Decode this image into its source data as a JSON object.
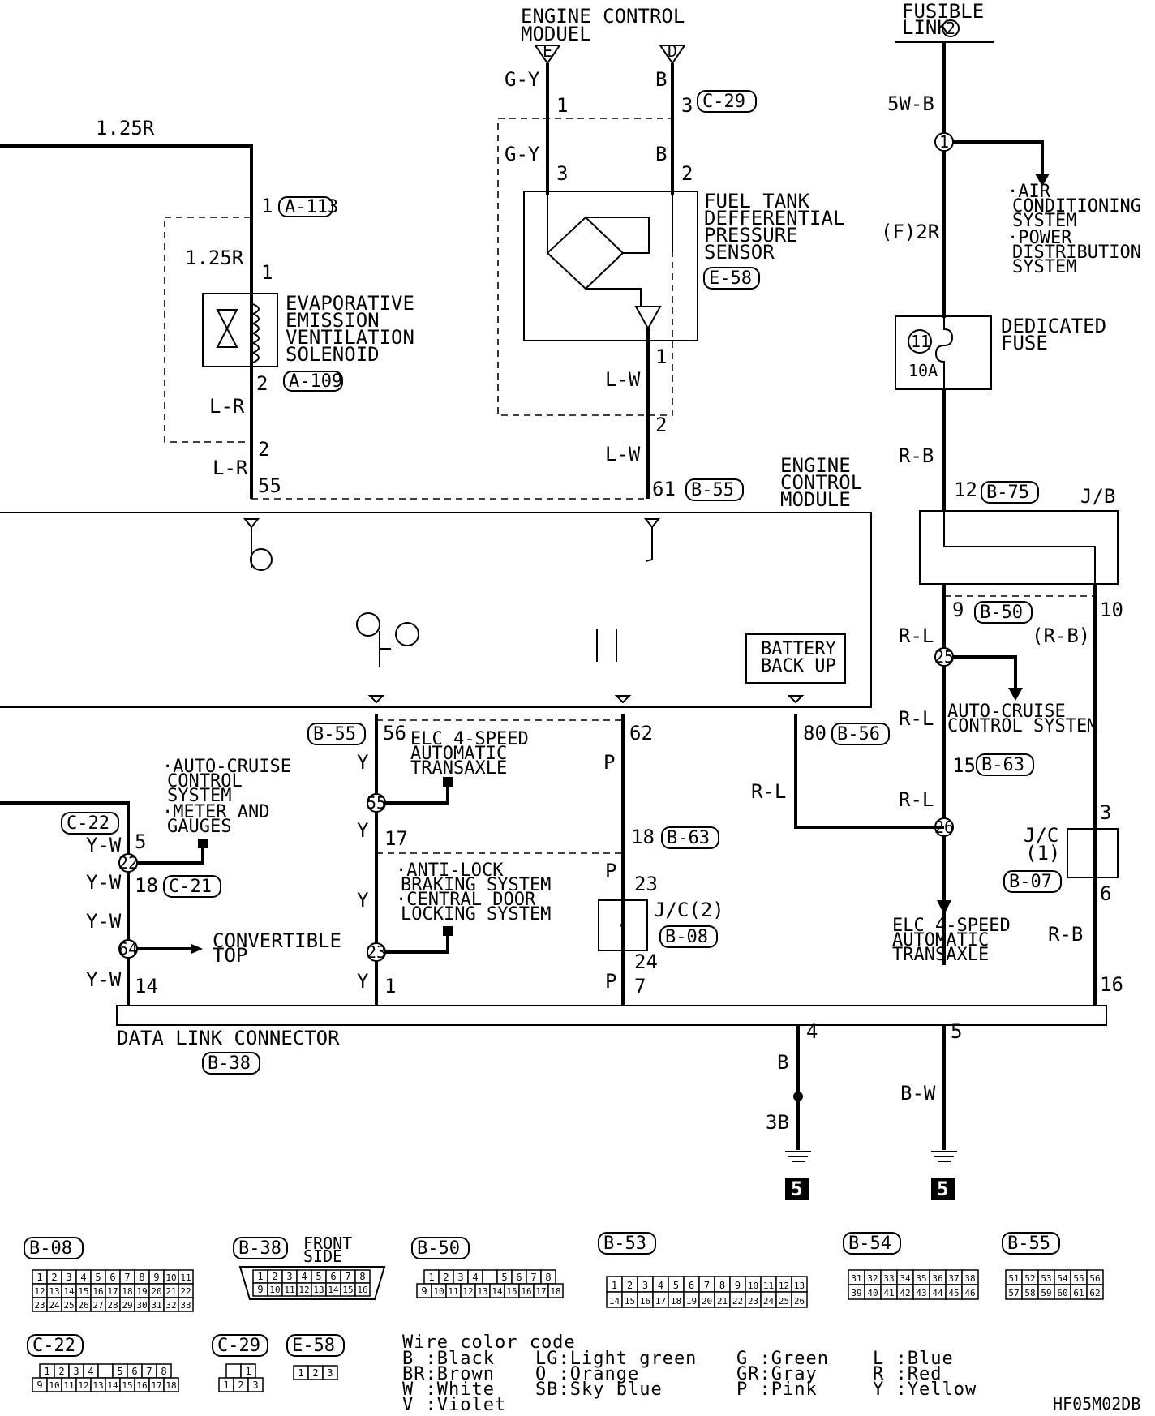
{
  "labels": {
    "ecm_top_title_1": "ENGINE CONTROL",
    "ecm_top_title_2": "MODUEL",
    "ecm_pin_e": "E",
    "ecm_pin_d": "D",
    "fusible_1": "FUSIBLE",
    "fusible_2": "LINK",
    "fusible_num": "2",
    "wire_125r_top": "1.25R",
    "wire_125r_2": "1.25R",
    "wire_gy_1": "G-Y",
    "wire_gy_2": "G-Y",
    "wire_b_1": "B",
    "wire_b_2": "B",
    "wire_5wb": "5W-B",
    "wire_f2r": "(F)2R",
    "wire_lr_1": "L-R",
    "wire_lr_2": "L-R",
    "wire_lw_1": "L-W",
    "wire_lw_2": "L-W",
    "wire_rb_1": "R-B",
    "wire_rl_1": "R-L",
    "wire_rl_2": "R-L",
    "wire_rl_3": "R-L",
    "wire_rl_4": "R-L",
    "wire_rb_paren": "(R-B)",
    "wire_rb_2": "R-B",
    "wire_y_1": "Y",
    "wire_y_2": "Y",
    "wire_y_3": "Y",
    "wire_y_4": "Y",
    "wire_p_1": "P",
    "wire_p_2": "P",
    "wire_p_3": "P",
    "wire_yw_1": "Y-W",
    "wire_yw_2": "Y-W",
    "wire_yw_3": "Y-W",
    "wire_yw_4": "Y-W",
    "wire_b_gnd": "B",
    "wire_3b": "3B",
    "wire_bw": "B-W",
    "pin_1a": "1",
    "pin_1b": "1",
    "pin_2a": "2",
    "pin_2b": "2",
    "pin_55": "55",
    "pin_61": "61",
    "pin_p1": "1",
    "pin_p3": "3",
    "pin_p3b": "3",
    "pin_p2": "2",
    "pin_p1b": "1",
    "pin_p2b": "2",
    "pin_12": "12",
    "pin_9": "9",
    "pin_10": "10",
    "pin_56": "56",
    "pin_62": "62",
    "pin_80": "80",
    "pin_15": "15",
    "pin_17": "17",
    "pin_18a": "18",
    "pin_23": "23",
    "pin_24": "24",
    "pin_7": "7",
    "pin_1c": "1",
    "pin_5": "5",
    "pin_18b": "18",
    "pin_14": "14",
    "pin_3": "3",
    "pin_6": "6",
    "pin_16": "16",
    "pin_4": "4",
    "pin_5b": "5",
    "conn_a113": "A-113",
    "conn_a109": "A-109",
    "conn_c29": "C-29",
    "conn_e58": "E-58",
    "conn_b55": "B-55",
    "conn_b75": "B-75",
    "conn_b50": "B-50",
    "conn_b55b": "B-55",
    "conn_b56": "B-56",
    "conn_b63": "B-63",
    "conn_b63b": "B-63",
    "conn_b08": "B-08",
    "conn_c22": "C-22",
    "conn_c21": "C-21",
    "conn_b07": "B-07",
    "conn_b38": "B-38",
    "evap_1": "EVAPORATIVE",
    "evap_2": "EMISSION",
    "evap_3": "VENTILATION",
    "evap_4": "SOLENOID",
    "fts_1": "FUEL TANK",
    "fts_2": "DEFFERENTIAL",
    "fts_3": "PRESSURE",
    "fts_4": "SENSOR",
    "ac_1": "·AIR",
    "ac_2": "CONDITIONING",
    "ac_3": "SYSTEM",
    "pd_1": "·POWER",
    "pd_2": "DISTRIBUTION",
    "pd_3": "SYSTEM",
    "df_1": "DEDICATED",
    "df_2": "FUSE",
    "fuse_num": "11",
    "fuse_amp": "10A",
    "ecm_mid_1": "ENGINE",
    "ecm_mid_2": "CONTROL",
    "ecm_mid_3": "MODULE",
    "jb": "J/B",
    "batt_1": "BATTERY",
    "batt_2": "BACK UP",
    "elc_top_1": "ELC 4-SPEED",
    "elc_top_2": "AUTOMATIC",
    "elc_top_3": "TRANSAXLE",
    "acs_1": "AUTO-CRUISE",
    "acs_2": "CONTROL SYSTEM",
    "acl_1": "·AUTO-CRUISE",
    "acl_2": "CONTROL",
    "acl_3": "SYSTEM",
    "mg_1": "·METER AND",
    "mg_2": "GAUGES",
    "abs_1": "·ANTI-LOCK",
    "abs_2": "BRAKING SYSTEM",
    "cdl_1": "·CENTRAL DOOR",
    "cdl_2": "LOCKING SYSTEM",
    "ct_1": "CONVERTIBLE",
    "ct_2": "TOP",
    "jc2": "J/C(2)",
    "jc1_1": "J/C",
    "jc1_2": "(1)",
    "elc_bot_1": "ELC 4-SPEED",
    "elc_bot_2": "AUTOMATIC",
    "elc_bot_3": "TRANSAXLE",
    "dlc": "DATA LINK CONNECTOR",
    "ground_num_1": "5",
    "ground_num_2": "5",
    "splice_1": "1",
    "splice_25": "25",
    "splice_26": "26",
    "splice_55": "55",
    "splice_23": "23",
    "splice_22": "22",
    "splice_64": "64",
    "front_side_1": "FRONT",
    "front_side_2": "SIDE",
    "wcc_title": "Wire color code",
    "wcc_b": "B :Black",
    "wcc_br": "BR:Brown",
    "wcc_w": "W :White",
    "wcc_v": "V :Violet",
    "wcc_lg": "LG:Light green",
    "wcc_o": "O :Orange",
    "wcc_sb": "SB:Sky blue",
    "wcc_g": "G :Green",
    "wcc_gr": "GR:Gray",
    "wcc_p": "P :Pink",
    "wcc_l": "L :Blue",
    "wcc_r": "R :Red",
    "wcc_y": "Y :Yellow",
    "figure_id": "HF05M02DB",
    "cfg_b08": "B-08",
    "cfg_b38": "B-38",
    "cfg_b50": "B-50",
    "cfg_b53": "B-53",
    "cfg_b54": "B-54",
    "cfg_b55": "B-55",
    "cfg_c22": "C-22",
    "cfg_c29": "C-29",
    "cfg_e58": "E-58"
  },
  "connector_faces": {
    "b08": [
      [
        "1",
        "2",
        "3",
        "4",
        "5",
        "6",
        "7",
        "8",
        "9",
        "10",
        "11"
      ],
      [
        "12",
        "13",
        "14",
        "15",
        "16",
        "17",
        "18",
        "19",
        "20",
        "21",
        "22"
      ],
      [
        "23",
        "24",
        "25",
        "26",
        "27",
        "28",
        "29",
        "30",
        "31",
        "32",
        "33"
      ]
    ],
    "b38": [
      [
        "1",
        "2",
        "3",
        "4",
        "5",
        "6",
        "7",
        "8"
      ],
      [
        "9",
        "10",
        "11",
        "12",
        "13",
        "14",
        "15",
        "16"
      ]
    ],
    "b50": [
      [
        "1",
        "2",
        "3",
        "4",
        "",
        "5",
        "6",
        "7",
        "8"
      ],
      [
        "9",
        "10",
        "11",
        "12",
        "13",
        "14",
        "15",
        "16",
        "17",
        "18"
      ]
    ],
    "b53": [
      [
        "1",
        "2",
        "3",
        "4",
        "5",
        "6",
        "7",
        "8",
        "9",
        "10",
        "11",
        "12",
        "13"
      ],
      [
        "14",
        "15",
        "16",
        "17",
        "18",
        "19",
        "20",
        "21",
        "22",
        "23",
        "24",
        "25",
        "26"
      ]
    ],
    "b54": [
      [
        "31",
        "32",
        "33",
        "34",
        "35",
        "36",
        "37",
        "38"
      ],
      [
        "39",
        "40",
        "41",
        "42",
        "43",
        "44",
        "45",
        "46"
      ]
    ],
    "b55": [
      [
        "51",
        "52",
        "53",
        "54",
        "55",
        "56"
      ],
      [
        "57",
        "58",
        "59",
        "60",
        "61",
        "62"
      ]
    ],
    "c22": [
      [
        "1",
        "2",
        "3",
        "4",
        "",
        "5",
        "6",
        "7",
        "8"
      ],
      [
        "9",
        "10",
        "11",
        "12",
        "13",
        "14",
        "15",
        "16",
        "17",
        "18"
      ]
    ],
    "c29": [
      [
        "",
        "1"
      ],
      [
        "1",
        "2",
        "3"
      ]
    ],
    "e58": [
      [
        "1",
        "2",
        "3"
      ]
    ]
  }
}
